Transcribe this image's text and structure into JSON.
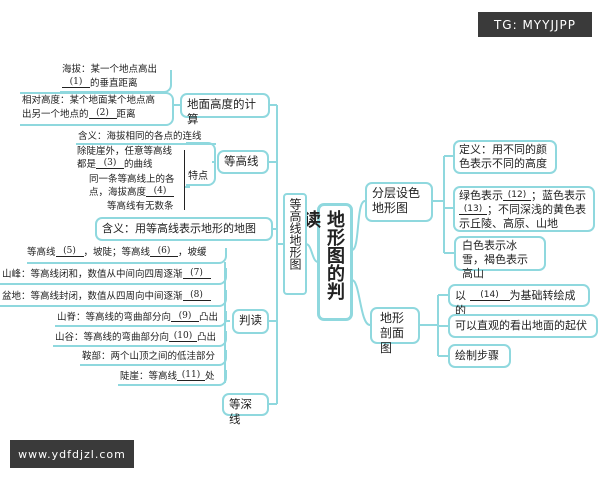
{
  "watermarks": {
    "top_right": "TG: MYYJJPP",
    "bottom_left": "www.ydfdjzl.com"
  },
  "accent_color": "#8fd8de",
  "center": "地形图的判读",
  "contour_map": {
    "title": "等高线地形图",
    "elevation": {
      "title": "地面高度的计算",
      "altitude": {
        "before": "海拔：某一个地点高出",
        "blank": "(1)",
        "after": "的垂直距离"
      },
      "relative": {
        "line1": "相对高度：某个地面某个地点高",
        "before": "出另一个地点的",
        "blank": "(2)",
        "after": "距离"
      }
    },
    "contour": {
      "title": "等高线",
      "meaning": "含义：海拔相同的各点的连线",
      "features_label": "特点",
      "features": {
        "f1_line1": "除陡崖外，任意等高线",
        "f1_before": "都是",
        "f1_blank": "(3)",
        "f1_after": "的曲线",
        "f2_line1": "同一条等高线上的各",
        "f2_before": "点，海拔高度",
        "f2_blank": "(4)",
        "f3": "等高线有无数条"
      }
    },
    "definition": "含义：用等高线表示地形的地图",
    "reading": {
      "title": "判读",
      "slope": {
        "a": "等高线",
        "b1": "(5)",
        "c": "，坡陡；等高线",
        "b2": "(6)",
        "d": "，坡缓"
      },
      "peak": {
        "before": "山峰：等高线闭和，数值从中间向四周逐渐",
        "blank": "(7)"
      },
      "basin": {
        "before": "盆地：等高线封闭，数值从四周向中间逐渐",
        "blank": "(8)"
      },
      "ridge": {
        "before": "山脊：等高线的弯曲部分向",
        "blank": "(9)",
        "after": "凸出"
      },
      "valley": {
        "before": "山谷：等高线的弯曲部分向",
        "blank": "(10)",
        "after": "凸出"
      },
      "saddle": "鞍部：两个山顶之间的低洼部分",
      "cliff": {
        "before": "陡崖：等高线",
        "blank": "(11)",
        "after": "处"
      }
    },
    "isobath": "等深线"
  },
  "layered_map": {
    "title": "分层设色地形图",
    "definition": "定义：用不同的颜色表示不同的高度",
    "colors": {
      "a": "绿色表示",
      "b1": "(12)",
      "c": "；蓝色表示",
      "b2": "(13)",
      "d": "；不同深浅的黄色表示丘陵、高原、山地"
    },
    "white_brown": "白色表示冰雪，褐色表示高山"
  },
  "profile_map": {
    "title": "地形剖面图",
    "basis": {
      "before": "以",
      "blank": "(14)",
      "after": "为基础转绘成的"
    },
    "use": "可以直观的看出地面的起伏",
    "steps": "绘制步骤"
  }
}
